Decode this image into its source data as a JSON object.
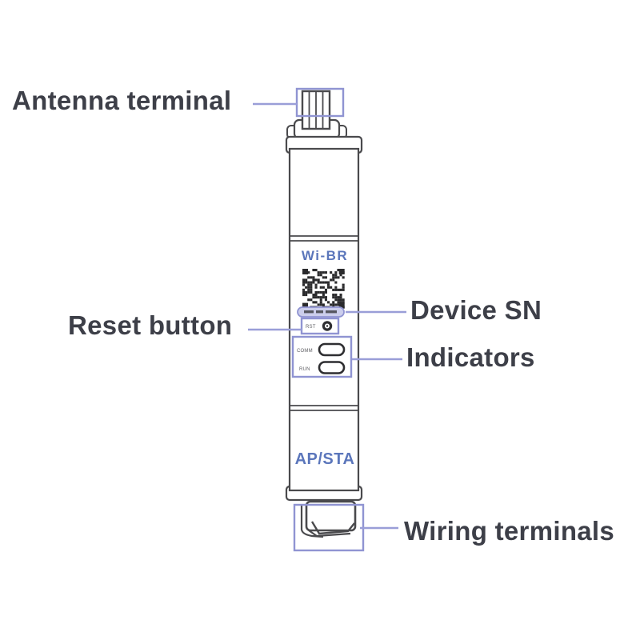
{
  "colors": {
    "accent_purple": "#9094d2",
    "callout_line": "#9a9ed8",
    "label_text": "#3d3f48",
    "device_outline": "#4a4a4d",
    "device_text_blue": "#5b76bb",
    "led_outline": "#2e2e31"
  },
  "callouts": {
    "antenna": "Antenna terminal",
    "reset": "Reset button",
    "device_sn": "Device SN",
    "indicators": "Indicators",
    "wiring": "Wiring terminals"
  },
  "device": {
    "model_label": "Wi-BR",
    "mode_label": "AP/STA",
    "reset_label": "RST",
    "indicator_leds": [
      {
        "label": "COMM"
      },
      {
        "label": "RUN"
      }
    ]
  }
}
